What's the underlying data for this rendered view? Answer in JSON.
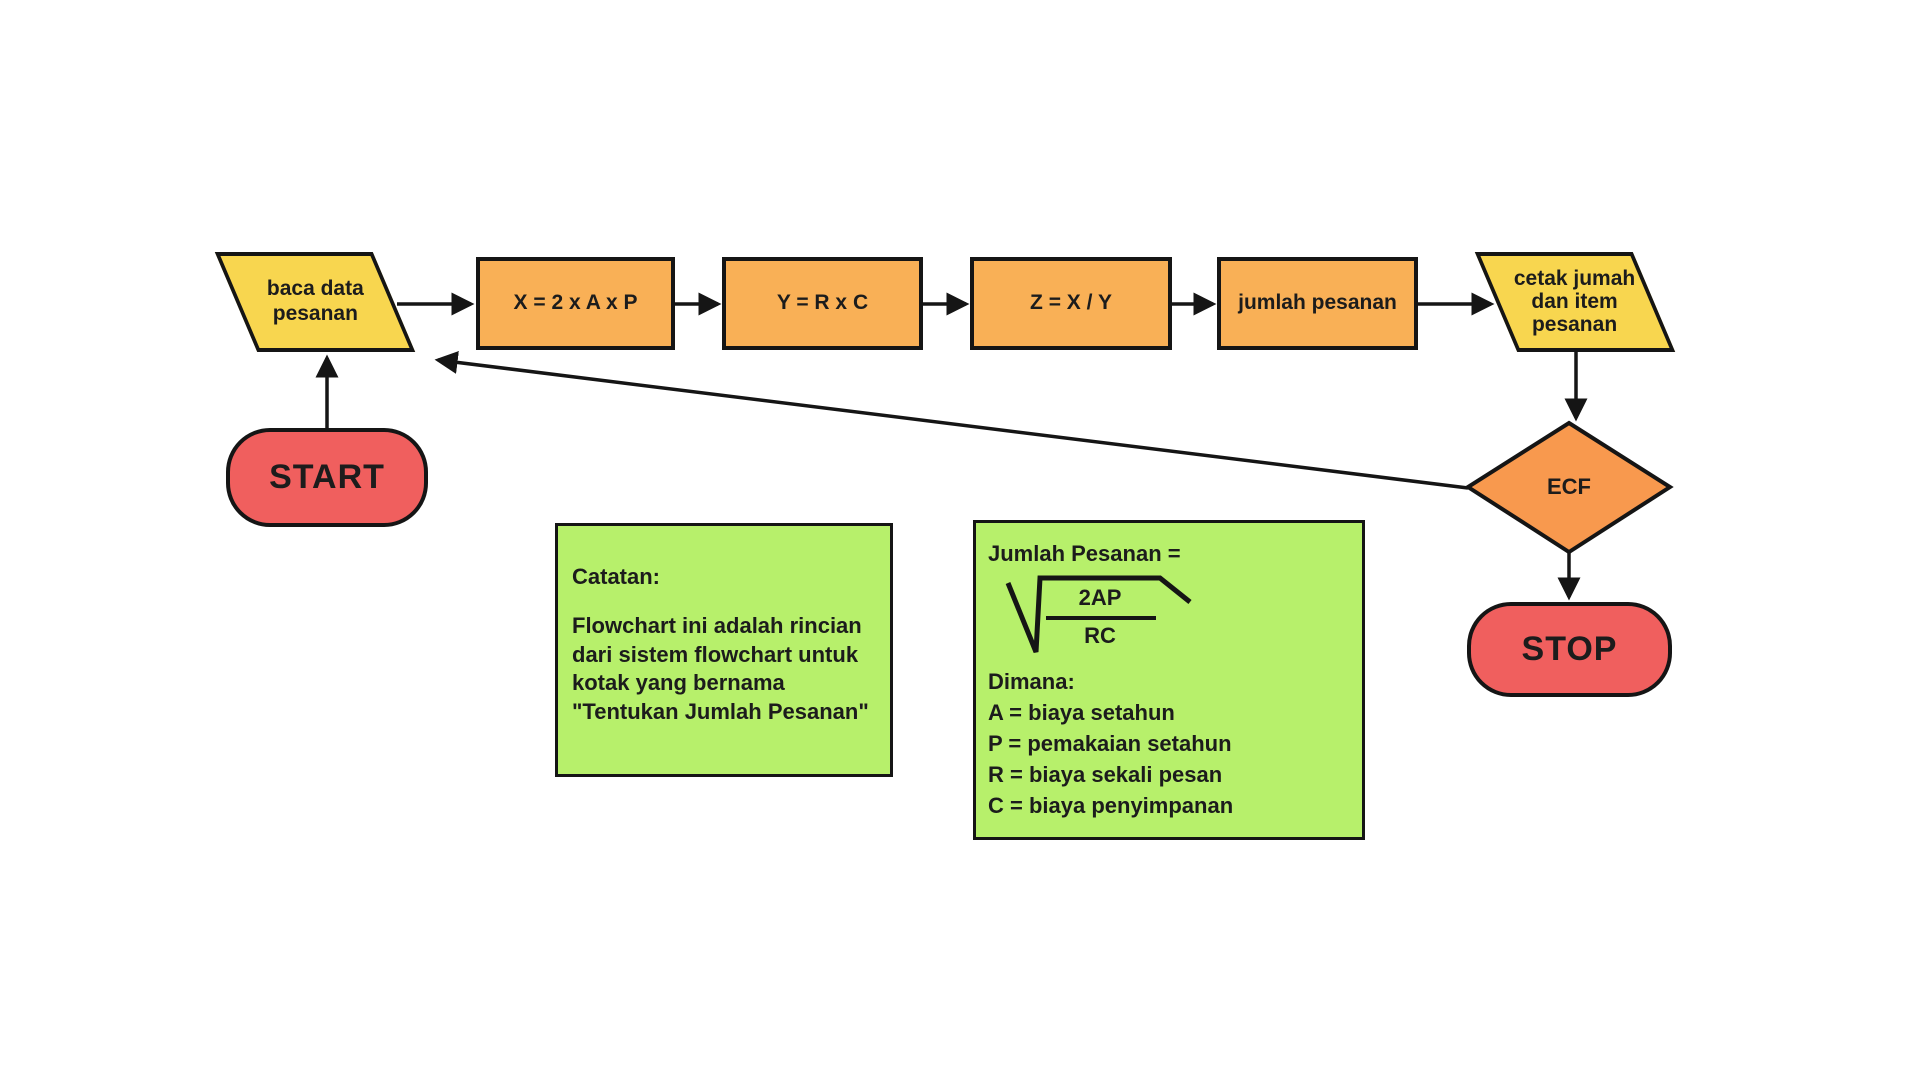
{
  "colors": {
    "yellow": "#F8D64F",
    "orange": "#F9B056",
    "diamond": "#F8994E",
    "red": "#F05F5E",
    "green": "#B7F06B",
    "stroke": "#151515",
    "text": "#1C1C1C",
    "bg": "#FFFFFF"
  },
  "flowchart": {
    "nodes": {
      "start": {
        "label": "START"
      },
      "read_data": {
        "label": "baca data\npesanan"
      },
      "calc_x": {
        "label": "X = 2 x A x P"
      },
      "calc_y": {
        "label": "Y = R x C"
      },
      "calc_z": {
        "label": "Z = X / Y"
      },
      "order_qty": {
        "label": "jumlah pesanan"
      },
      "print_result": {
        "label": "cetak jumah\ndan item\npesanan"
      },
      "decision": {
        "label": "ECF"
      },
      "stop": {
        "label": "STOP"
      }
    }
  },
  "notes": {
    "catatan": {
      "title": "Catatan:",
      "body": "Flowchart ini adalah rincian\ndari sistem flowchart untuk\nkotak yang bernama\n\"Tentukan Jumlah Pesanan\""
    },
    "formula": {
      "title": "Jumlah Pesanan =",
      "numerator": "2AP",
      "denominator": "RC",
      "where_label": "Dimana:",
      "definitions": [
        "A = biaya setahun",
        "P = pemakaian setahun",
        "R = biaya sekali pesan",
        "C = biaya penyimpanan"
      ]
    }
  }
}
